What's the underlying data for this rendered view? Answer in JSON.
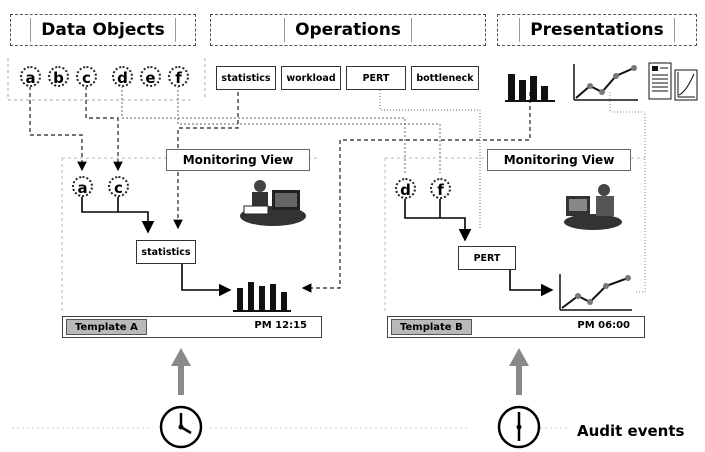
{
  "headers": {
    "data_objects": "Data Objects",
    "operations": "Operations",
    "presentations": "Presentations"
  },
  "data_objects": [
    "a",
    "b",
    "c",
    "d",
    "e",
    "f"
  ],
  "operations": [
    "statistics",
    "workload",
    "PERT",
    "bottleneck"
  ],
  "presentation_icons": [
    "bar-chart-icon",
    "line-chart-icon",
    "report-icon"
  ],
  "views": [
    {
      "title": "Monitoring View",
      "inputs": [
        "a",
        "c"
      ],
      "operation": "statistics",
      "template": "Template A",
      "time": "PM 12:15"
    },
    {
      "title": "Monitoring View",
      "inputs": [
        "d",
        "f"
      ],
      "operation": "PERT",
      "template": "Template B",
      "time": "PM 06:00"
    }
  ],
  "audit_label": "Audit events",
  "colors": {
    "arrow_gray": "#8a8a8a",
    "template_fill": "#b9b9b9"
  }
}
